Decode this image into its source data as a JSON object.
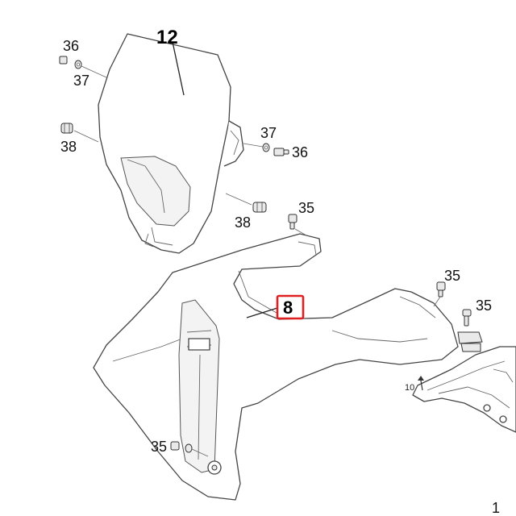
{
  "callouts": {
    "c12": "12",
    "c36a": "36",
    "c37a": "37",
    "c38a": "38",
    "c37b": "37",
    "c36b": "36",
    "c38b": "38",
    "c35a": "35",
    "c8": "8",
    "c35b": "35",
    "c35c": "35",
    "c10": "10",
    "c35d": "35",
    "c1": "1"
  },
  "highlight": {
    "part": "8",
    "color": "#e02020"
  }
}
